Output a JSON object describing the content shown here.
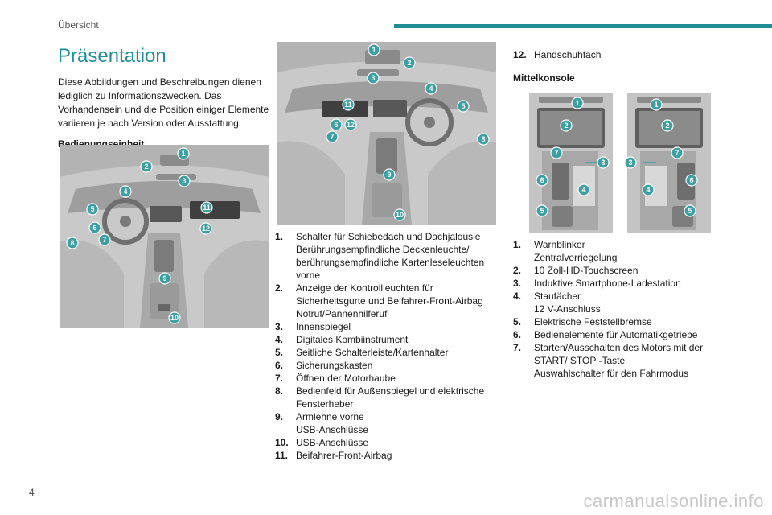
{
  "header": {
    "section_title": "Übersicht",
    "accent_color": "#1f8f94"
  },
  "page_number": "4",
  "watermark": "carmanualsonline.info",
  "column1": {
    "heading": "Präsentation",
    "intro": "Diese Abbildungen und Beschreibungen dienen lediglich zu Informationszwecken. Das Vorhandensein und die Position einiger Elemente variieren je nach Version oder Ausstattung.",
    "subheading": "Bedienungseinheit",
    "figure_markers": [
      "1",
      "2",
      "3",
      "4",
      "5",
      "6",
      "7",
      "8",
      "9",
      "10",
      "11",
      "12"
    ]
  },
  "column2": {
    "figure_markers": [
      "1",
      "2",
      "3",
      "4",
      "5",
      "6",
      "7",
      "8",
      "9",
      "10",
      "11",
      "12"
    ],
    "legend": [
      {
        "num": "1.",
        "lines": [
          "Schalter für Schiebedach und Dachjalousie",
          "Berührungsempfindliche Deckenleuchte/ berührungsempfindliche Kartenleseleuchten vorne"
        ]
      },
      {
        "num": "2.",
        "lines": [
          "Anzeige der Kontrollleuchten für Sicherheitsgurte und Beifahrer-Front-Airbag",
          "Notruf/Pannenhilferuf"
        ]
      },
      {
        "num": "3.",
        "lines": [
          "Innenspiegel"
        ]
      },
      {
        "num": "4.",
        "lines": [
          "Digitales Kombiinstrument"
        ]
      },
      {
        "num": "5.",
        "lines": [
          "Seitliche Schalterleiste/Kartenhalter"
        ]
      },
      {
        "num": "6.",
        "lines": [
          "Sicherungskasten"
        ]
      },
      {
        "num": "7.",
        "lines": [
          "Öffnen der Motorhaube"
        ]
      },
      {
        "num": "8.",
        "lines": [
          "Bedienfeld für Außenspiegel und elektrische Fensterheber"
        ]
      },
      {
        "num": "9.",
        "lines": [
          "Armlehne vorne",
          "USB-Anschlüsse"
        ]
      },
      {
        "num": "10.",
        "lines": [
          "USB-Anschlüsse"
        ]
      },
      {
        "num": "11.",
        "lines": [
          "Beifahrer-Front-Airbag"
        ]
      }
    ]
  },
  "column3": {
    "legend_top": [
      {
        "num": "12.",
        "lines": [
          "Handschuhfach"
        ]
      }
    ],
    "subheading": "Mittelkonsole",
    "figure_markers_left": [
      "1",
      "2",
      "7",
      "3",
      "6",
      "4",
      "5"
    ],
    "figure_markers_right": [
      "1",
      "2",
      "3",
      "7",
      "6",
      "4",
      "5"
    ],
    "legend": [
      {
        "num": "1.",
        "lines": [
          "Warnblinker",
          "Zentralverriegelung"
        ]
      },
      {
        "num": "2.",
        "lines": [
          "10 Zoll-HD-Touchscreen"
        ]
      },
      {
        "num": "3.",
        "lines": [
          "Induktive Smartphone-Ladestation"
        ]
      },
      {
        "num": "4.",
        "lines": [
          "Staufächer",
          "12 V-Anschluss"
        ]
      },
      {
        "num": "5.",
        "lines": [
          "Elektrische Feststellbremse"
        ]
      },
      {
        "num": "6.",
        "lines": [
          "Bedienelemente für Automatikgetriebe"
        ]
      },
      {
        "num": "7.",
        "lines": [
          "Starten/Ausschalten des Motors mit der START/ STOP -Taste",
          "Auswahlschalter für den Fahrmodus"
        ]
      }
    ]
  }
}
